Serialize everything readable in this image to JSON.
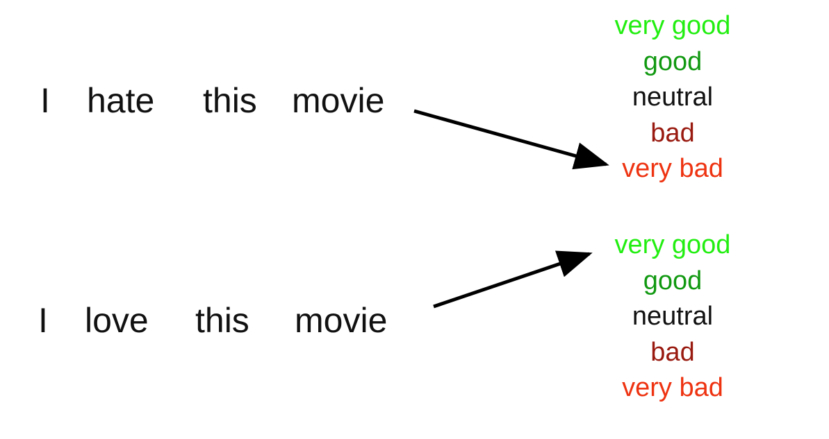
{
  "examples": [
    {
      "words": [
        "I",
        "hate",
        "this",
        "movie"
      ],
      "labels": [
        {
          "text": "very good",
          "color": "#22ee11"
        },
        {
          "text": "good",
          "color": "#119911"
        },
        {
          "text": "neutral",
          "color": "#111111"
        },
        {
          "text": "bad",
          "color": "#991a10"
        },
        {
          "text": "very bad",
          "color": "#ee3311"
        }
      ]
    },
    {
      "words": [
        "I",
        "love",
        "this",
        "movie"
      ],
      "labels": [
        {
          "text": "very good",
          "color": "#22ee11"
        },
        {
          "text": "good",
          "color": "#119911"
        },
        {
          "text": "neutral",
          "color": "#111111"
        },
        {
          "text": "bad",
          "color": "#991a10"
        },
        {
          "text": "very bad",
          "color": "#ee3311"
        }
      ]
    }
  ],
  "arrow_color": "#000000"
}
